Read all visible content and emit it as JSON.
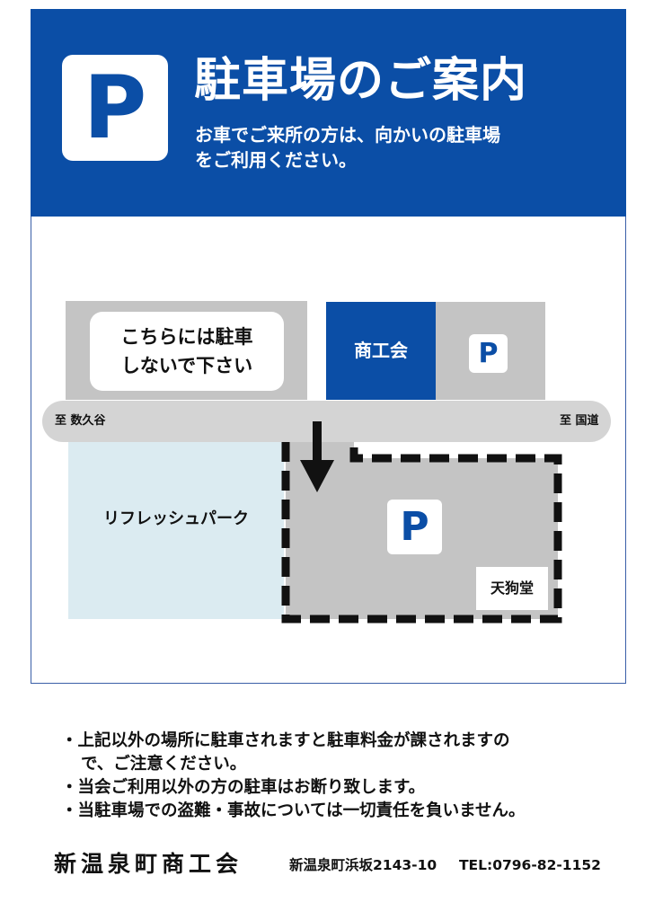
{
  "header": {
    "logo": "P",
    "title": "駐車場のご案内",
    "subtitle_line1": "お車でご来所の方は、向かいの駐車場",
    "subtitle_line2": "をご利用ください。"
  },
  "map": {
    "no_parking_line1": "こちらには駐車",
    "no_parking_line2": "しないで下さい",
    "chamber_label": "商工会",
    "chamber_parking_logo": "P",
    "road_left_label": "至 数久谷",
    "road_right_label": "至 国道",
    "park_label": "リフレッシュパーク",
    "lot_parking_logo": "P",
    "tengu_label": "天狗堂"
  },
  "notes": {
    "bullet1_line1": "・上記以外の場所に駐車されますと駐車料金が課されますの",
    "bullet1_line2": "で、ご注意ください。",
    "bullet2": "・当会ご利用以外の方の駐車はお断り致します。",
    "bullet3": "・当駐車場での盗難・事故については一切責任を負いません。"
  },
  "footer": {
    "org_name": "新温泉町商工会",
    "address": "新温泉町浜坂2143-10",
    "tel": "TEL:0796-82-1152"
  },
  "colors": {
    "brand_blue": "#0b4ea6",
    "lot_gray": "#c4c4c4",
    "park_blue": "#dbebf1"
  }
}
